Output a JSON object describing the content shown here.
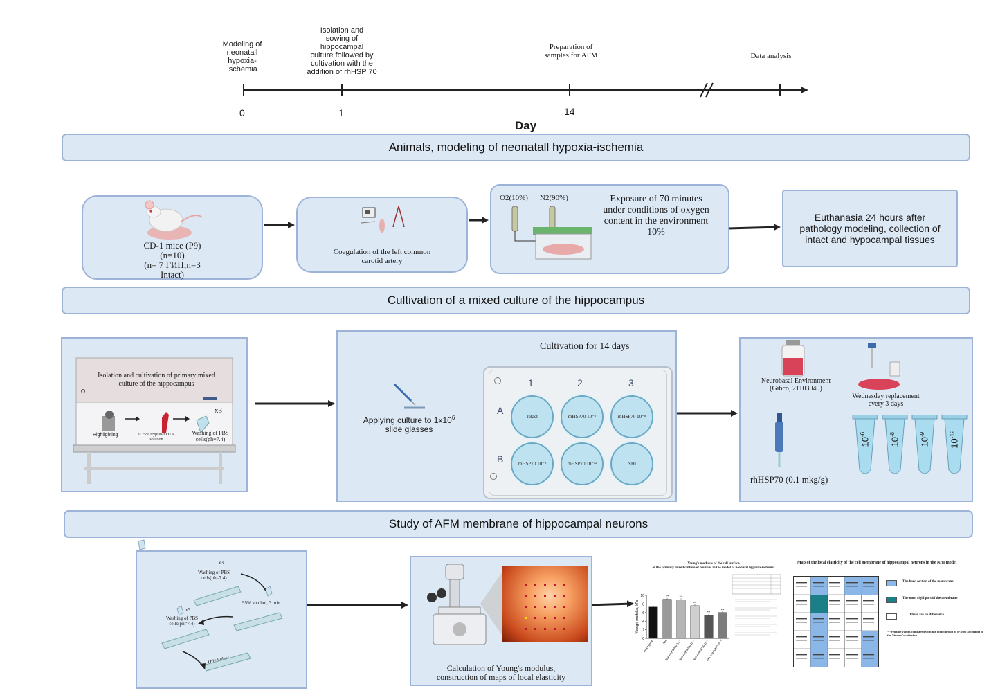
{
  "timeline": {
    "events": [
      {
        "text": "Modeling of\nneonatall\nhypoxia-\nischemia"
      },
      {
        "text": "Isolation and\nsowing of\nhippocampal\nculture followed by\ncultivation with the\naddition of rhHSP 70"
      },
      {
        "text": "Preparation of\nsamples for AFM"
      },
      {
        "text": "Data analysis"
      }
    ],
    "ticks": [
      "0",
      "1",
      "14"
    ],
    "axis_label": "Day"
  },
  "bands": {
    "animals": "Animals, modeling of neonatall hypoxia-ischemia",
    "cultivation": "Cultivation of a mixed culture of the hippocampus",
    "afm": "Study of AFM membrane of hippocampal neurons"
  },
  "row1": {
    "mice": {
      "l1": "CD-1 mice (P9)",
      "l2": "(n=10)",
      "l3": "(n= 7 ГИП;n=3",
      "l4": "Intact)"
    },
    "coag": {
      "l1": "Coagulation of the left common",
      "l2": "carotid artery"
    },
    "exposure": {
      "o2": "O2(10%)",
      "n2": "N2(90%)",
      "text": "Exposure of 70 minutes\nunder conditions of oxygen\ncontent in the environment\n10%"
    },
    "euthanasia": "Euthanasia 24 hours after\npathology modeling, collection of\nintact and hypocampal tissues"
  },
  "row2": {
    "hood": {
      "title": "Isolation and cultivation of primary mixed\nculture of the hippocampus",
      "x3": "x3",
      "highlighting": "Highlighting",
      "trypsin": "0.25% trypsin-EDTA\nsolution",
      "washing": "Washing of PBS\ncells(ph=7.4)"
    },
    "plate": {
      "title": "Cultivation for 14 days",
      "applying": "Applying culture to 1x10",
      "applying_sup": "6",
      "applying2": "slide glasses",
      "cols": [
        "1",
        "2",
        "3"
      ],
      "rows": [
        "A",
        "B"
      ],
      "wells": [
        "Intact",
        "rhHSP70 10⁻⁶",
        "rhHSP70 10⁻⁸",
        "rhHSP70 10⁻⁹",
        "rhHSP70 10⁻¹²",
        "NHI"
      ]
    },
    "media": {
      "neurobasal": "Neurobasal Environment\n(Gibco, 21103049)",
      "wednesday": "Wednesday replacement\nevery 3 days",
      "rhsp": "rhHSP70 (0.1 mkg/g)",
      "tubes": [
        {
          "base": "10",
          "exp": "-6"
        },
        {
          "base": "10",
          "exp": "-8"
        },
        {
          "base": "10",
          "exp": "-9"
        },
        {
          "base": "10",
          "exp": "-12"
        }
      ]
    }
  },
  "row3": {
    "wash": {
      "x3a": "x3",
      "w1": "Washing of PBS\ncells(ph=7.4)",
      "alcohol": "95% alcohol, 3 min",
      "x3b": "x3",
      "w2": "Washing of PBS\ncells(ph=7.4)",
      "dried": "Dried glass"
    },
    "afm": {
      "caption": "Calculation of Young's modulus,\nconstruction of maps of local elasticity"
    },
    "chart_title": "Young's modulus of the cell surface\nof the primary mixed culture of neurons in the model of neonatal hypoxia-ischemia",
    "map_title": "Map of the local elasticity of the cell membrane of hippocampal neurons in the NHI model",
    "map_legend": [
      "The hard section of the membrane",
      "The most rigid part of the membrane",
      "There are no difference",
      "* - reliable values compared with the intact group at p<0.05 according to the Student's criterion"
    ]
  },
  "chart_data": {
    "type": "bar",
    "title": "Young's modulus of the cell surface of the primary mixed culture of neurons in the model of neonatal hypoxia-ischemia",
    "ylabel": "Young's modulus, kPa",
    "ylim": [
      0,
      10
    ],
    "yticks": [
      "0",
      "2",
      "4",
      "6",
      "8",
      "10"
    ],
    "categories": [
      "Intact group",
      "NHI",
      "NHI +rhHSP70 10⁻⁶",
      "NHI +rhHSP70 10⁻⁸",
      "NHI +rhHSP70 10⁻⁹",
      "NHI +rhHSP70 10⁻¹²"
    ],
    "values": [
      7.3,
      9.1,
      9.0,
      7.6,
      5.4,
      6.0
    ],
    "colors": [
      "#111111",
      "#9a9a9a",
      "#b5b5b5",
      "#cfcfcf",
      "#555555",
      "#7d7d7d"
    ],
    "annotations": [
      "",
      "***",
      "***",
      "***",
      "***",
      "***"
    ]
  }
}
